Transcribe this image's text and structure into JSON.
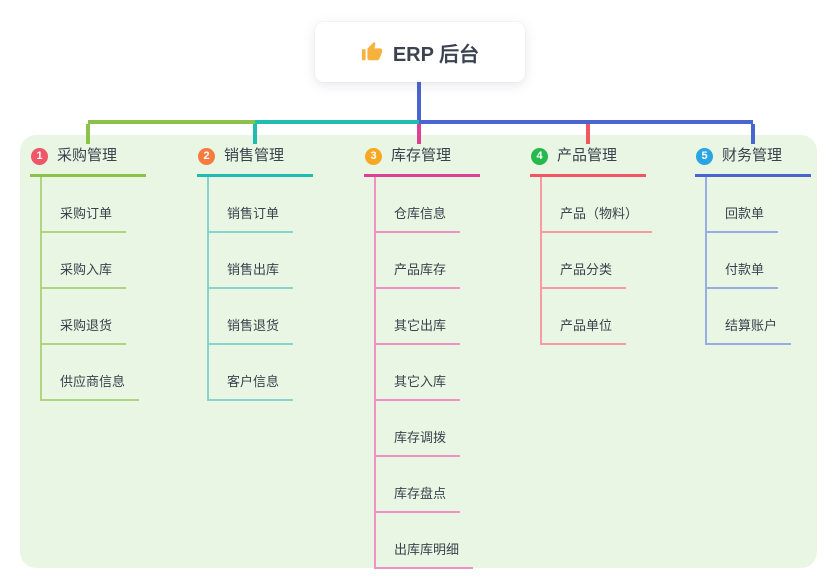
{
  "root": {
    "label": "ERP 后台",
    "icon": "thumbs-up-icon",
    "icon_color": "#f6b23c"
  },
  "connector_color": "#4a64d2",
  "panel_color": "#e9f6e4",
  "branches": [
    {
      "number": "1",
      "label": "采购管理",
      "badge_color": "#ef5667",
      "line_color": "#8bc34a",
      "item_line_color": "#aed581",
      "items": [
        "采购订单",
        "采购入库",
        "采购退货",
        "供应商信息"
      ]
    },
    {
      "number": "2",
      "label": "销售管理",
      "badge_color": "#f57c3e",
      "line_color": "#1fbdb0",
      "item_line_color": "#84d5cc",
      "items": [
        "销售订单",
        "销售出库",
        "销售退货",
        "客户信息"
      ]
    },
    {
      "number": "3",
      "label": "库存管理",
      "badge_color": "#f7a823",
      "line_color": "#dc4196",
      "item_line_color": "#ef92c4",
      "items": [
        "仓库信息",
        "产品库存",
        "其它出库",
        "其它入库",
        "库存调拨",
        "库存盘点",
        "出库库明细"
      ]
    },
    {
      "number": "4",
      "label": "产品管理",
      "badge_color": "#27b94e",
      "line_color": "#f25662",
      "item_line_color": "#f79aa2",
      "items": [
        "产品（物料）",
        "产品分类",
        "产品单位"
      ]
    },
    {
      "number": "5",
      "label": "财务管理",
      "badge_color": "#2aa5e4",
      "line_color": "#4a64d2",
      "item_line_color": "#9aace4",
      "items": [
        "回款单",
        "付款单",
        "结算账户"
      ]
    }
  ]
}
